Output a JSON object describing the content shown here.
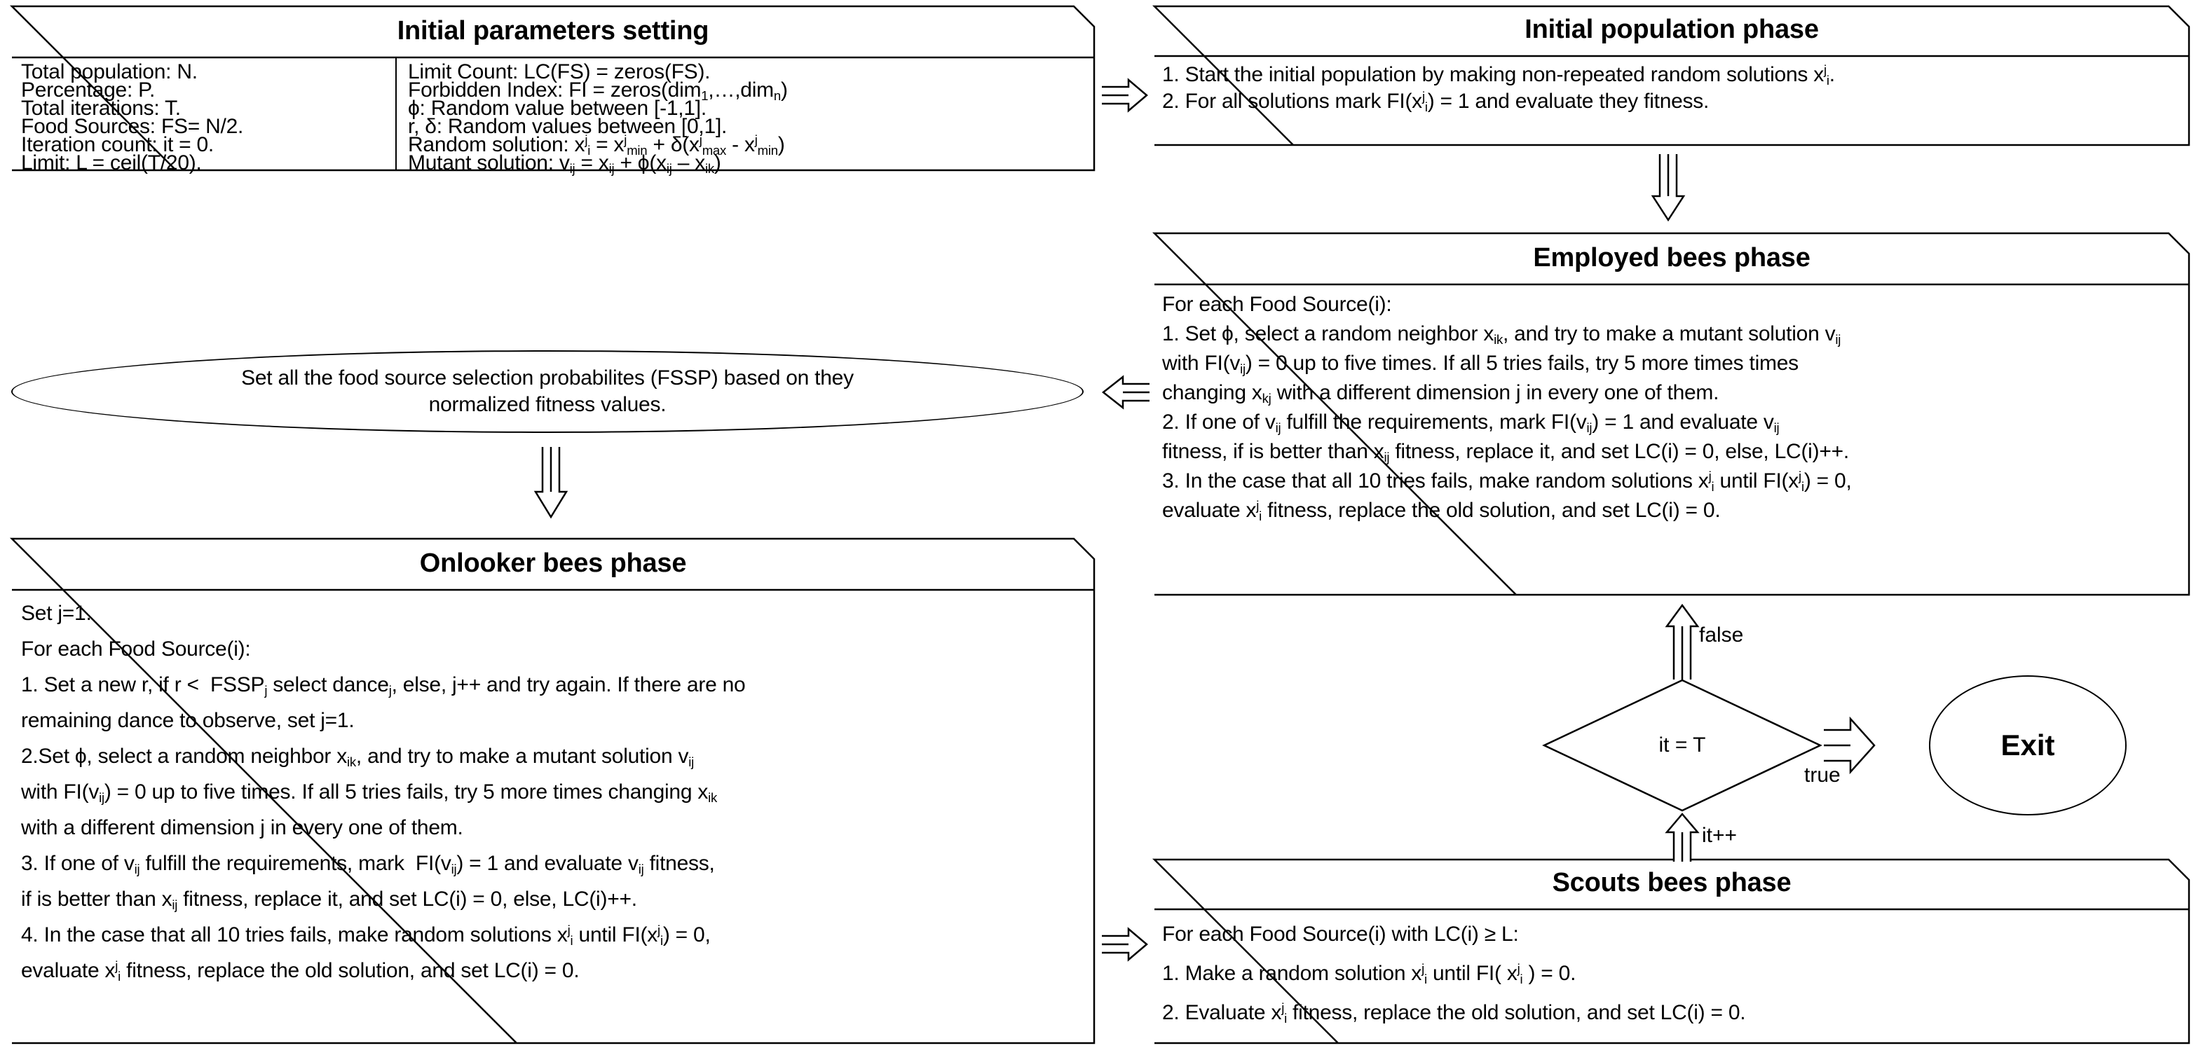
{
  "diagram": {
    "title_font_color": "#000000",
    "line_color": "#000000",
    "background": "#ffffff"
  },
  "nodes": {
    "initial_parameters": {
      "title": "Initial parameters setting",
      "left_column": [
        "Total population: N.",
        "Percentage: P.",
        "Total iterations: T.",
        "Food Sources: FS= N/2.",
        "Iteration count: it = 0.",
        "Limit: L = ceil(T/20)."
      ],
      "right_column": [
        "Limit Count: LC(FS) = zeros(FS).",
        "Forbidden Index: FI = zeros(dim₁,…,dimₙ)",
        "ϕ: Random value between [-1,1].",
        "r, δ: Random values between [0,1].",
        "Random solution: xⁱᵢ = xⁱₘᵢₙ + δ(xⁱₘₐₓ - xⁱₘᵢₙ)",
        "Mutant solution: vᵢⱼ = xᵢⱼ + ϕ(xᵢⱼ – xᵢₖ)"
      ]
    },
    "initial_population": {
      "title": "Initial population phase",
      "lines": [
        "1. Start the initial population by making non-repeated random solutions xⁱᵢ.",
        "2. For all solutions mark FI(xⁱᵢ) = 1 and evaluate they fitness."
      ]
    },
    "employed_bees": {
      "title": "Employed bees phase",
      "lines": [
        "For each Food Source(i):",
        "1. Set ϕ, select a random neighbor xᵢₖ, and try to make a mutant solution vᵢⱼ",
        "with FI(vᵢⱼ) = 0 up to five times. If all 5 tries fails, try 5 more times times",
        "changing xₖⱼ with a different dimension j in every one of them.",
        "2. If one of vᵢⱼ fulfill the requirements, mark FI(vᵢⱼ) = 1 and evaluate vᵢⱼ",
        "fitness, if is better than xᵢⱼ fitness, replace it, and set LC(i) = 0, else, LC(i)++.",
        "3. In the case that all 10 tries fails, make random solutions xⁱᵢ until FI(xⁱᵢ) = 0,",
        "evaluate xⁱᵢ fitness, replace the old solution, and set LC(i) = 0."
      ]
    },
    "fssp": {
      "lines": [
        "Set all the food source selection probabilites (FSSP) based on they",
        "normalized fitness values."
      ]
    },
    "onlooker_bees": {
      "title": "Onlooker bees phase",
      "lines": [
        "Set j=1.",
        "For each Food Source(i):",
        "1. Set a new r, if r <  FSSPⱼ select danceⱼ, else, j++ and try again. If there are no",
        "remaining dance to observe, set j=1.",
        "2.Set ϕ, select a random neighbor xᵢₖ, and try to make a mutant solution vᵢⱼ",
        "with FI(vᵢⱼ) = 0 up to five times. If all 5 tries fails, try 5 more times changing xᵢₖ",
        "with a different dimension j in every one of them.",
        "3. If one of vᵢⱼ fulfill the requirements, mark  FI(vᵢⱼ) = 1 and evaluate vᵢⱼ fitness,",
        "if is better than xᵢⱼ fitness, replace it, and set LC(i) = 0, else, LC(i)++.",
        "4. In the case that all 10 tries fails, make random solutions xⁱᵢ until FI(xⁱᵢ) = 0,",
        "evaluate xⁱᵢ fitness, replace the old solution, and set LC(i) = 0."
      ]
    },
    "scouts_bees": {
      "title": "Scouts bees phase",
      "lines": [
        "For each Food Source(i) with LC(i) ≥ L:",
        "1. Make a random solution xⁱᵢ until FI( xⁱᵢ ) = 0.",
        "2. Evaluate xⁱᵢ fitness, replace the old solution, and set LC(i) = 0."
      ]
    },
    "decision": {
      "label": "it = T"
    },
    "exit": {
      "label": "Exit"
    }
  },
  "edge_labels": {
    "false": "false",
    "true": "true",
    "it_increment": "it++"
  }
}
